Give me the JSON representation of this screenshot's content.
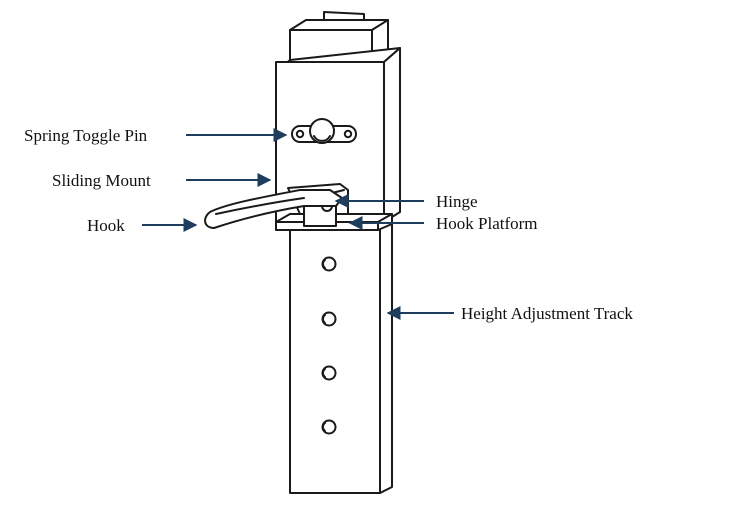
{
  "labels": {
    "spring_toggle_pin": "Spring Toggle Pin",
    "sliding_mount": "Sliding Mount",
    "hook": "Hook",
    "hinge": "Hinge",
    "hook_platform": "Hook Platform",
    "height_adjustment_track": "Height Adjustment Track"
  },
  "colors": {
    "arrow": "#1f3d5c",
    "ink": "#1a1a1a"
  }
}
